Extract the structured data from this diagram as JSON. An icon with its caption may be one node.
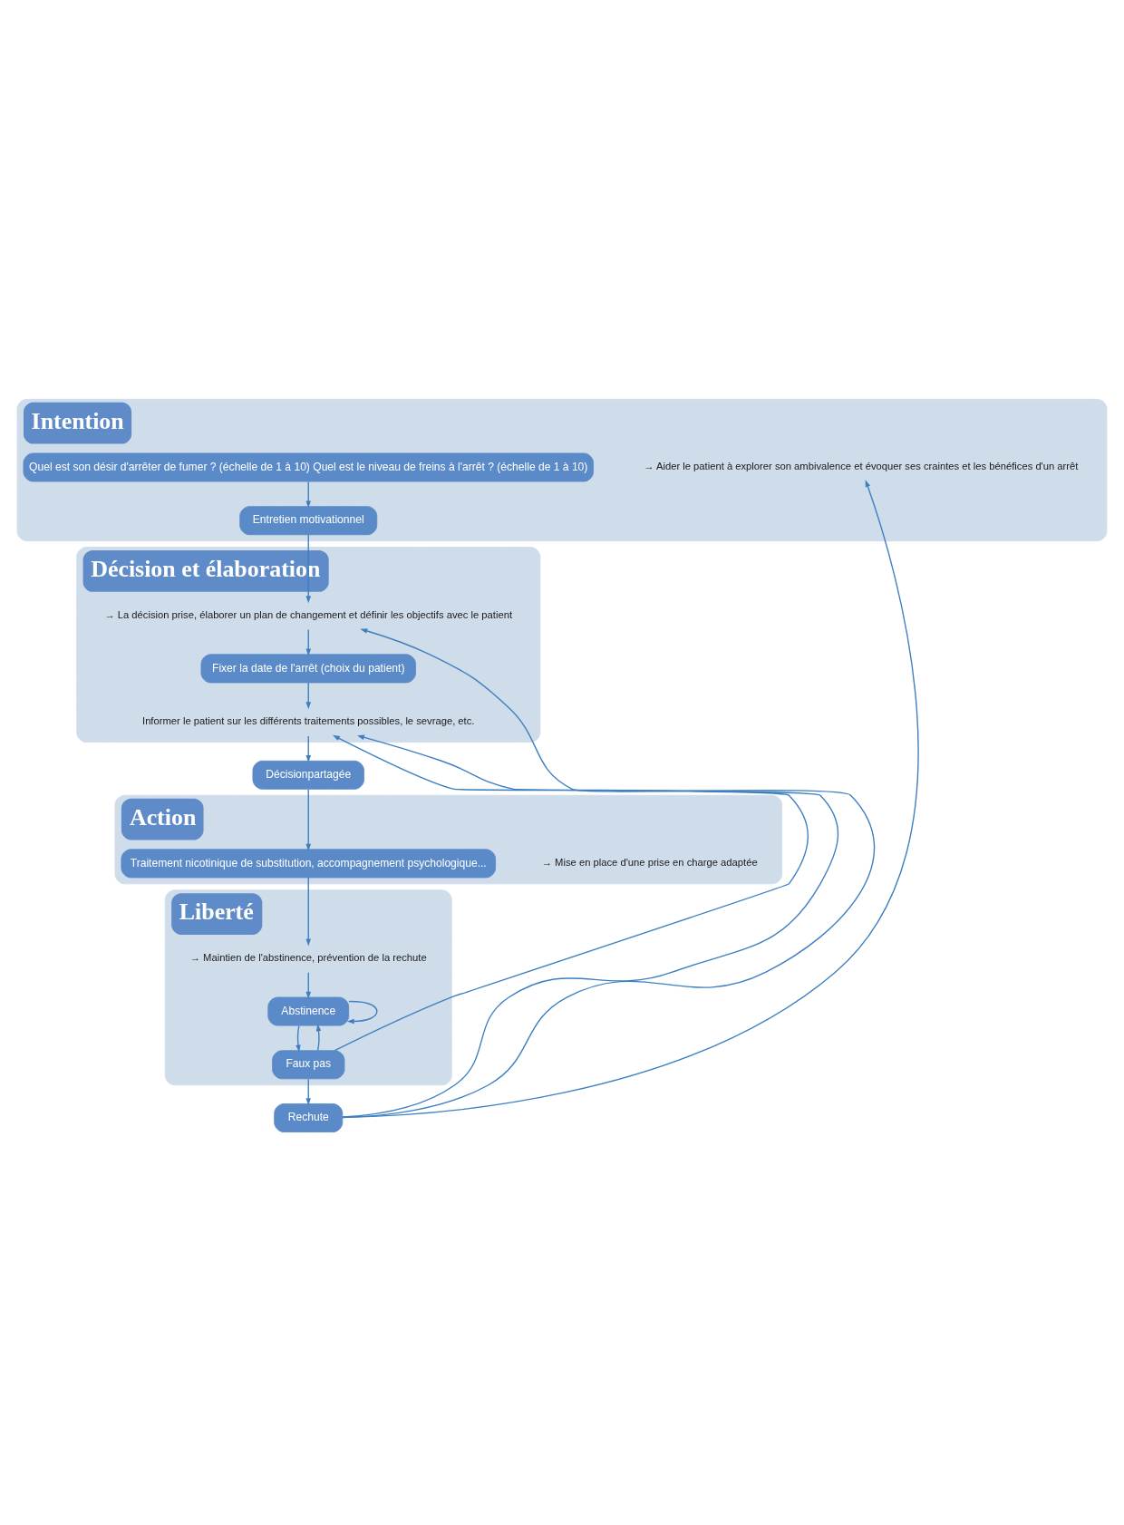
{
  "diagram": {
    "nodes": [
      {
        "text": [
          "Intention"
        ]
      },
      {
        "text": [
          "→ Aider le patient à explorer son ambivalence et évoquer ses craintes et les bénéfices d'un arrêt"
        ],
        "in": 0
      },
      {
        "text": [
          "Quel est son désir d'arrêter de fumer ? (échelle de 1 à 10) Quel est le niveau de freins à l'arrêt ? (échelle de 1 à 10)"
        ],
        "in": 0
      },
      {
        "text": [
          "Entretien motivationnel"
        ],
        "in": 0
      },
      {
        "text": [
          "Décision et élaboration"
        ]
      },
      {
        "text": [
          "→ La décision prise, élaborer un plan de changement et définir les objectifs avec le patient"
        ],
        "in": 4
      },
      {
        "text": [
          "Fixer la date de l'arrêt (choix du patient)"
        ],
        "in": 4
      },
      {
        "text": [
          "Informer le patient sur les différents traitements possibles, le sevrage, etc."
        ],
        "in": 4
      },
      {
        "text": [
          "Décisionpartagée"
        ]
      },
      {
        "text": [
          "Action"
        ]
      },
      {
        "text": [
          "→ Mise en place d'une prise en charge adaptée"
        ],
        "in": 9
      },
      {
        "text": [
          "Traitement nicotinique de substitution, accompagnement psychologique..."
        ],
        "in": 9
      },
      {
        "text": [
          "Liberté"
        ]
      },
      {
        "text": [
          "→ Maintien de l'abstinence, prévention de la rechute"
        ],
        "in": 12
      },
      {
        "text": [
          "Abstinence"
        ],
        "in": 12
      },
      {
        "text": [
          "Faux pas"
        ],
        "in": 12
      },
      {
        "text": [
          "Rechute"
        ]
      }
    ],
    "edges": [
      {
        "from": 2,
        "to": 3,
        "arrow": "to"
      },
      {
        "from": 3,
        "to": 5,
        "arrow": "to"
      },
      {
        "from": 5,
        "to": 6,
        "arrow": "to"
      },
      {
        "from": 6,
        "to": 7,
        "arrow": "to"
      },
      {
        "from": 7,
        "to": 8,
        "arrow": "to"
      },
      {
        "from": 8,
        "to": 11,
        "arrow": "to"
      },
      {
        "from": 11,
        "to": 13,
        "arrow": "to"
      },
      {
        "from": 13,
        "to": 14,
        "arrow": "to"
      },
      {
        "from": 14,
        "to": 14,
        "arrow": "to"
      },
      {
        "from": 14,
        "to": 15,
        "arrow": "to"
      },
      {
        "from": 15,
        "to": 14,
        "arrow": "to"
      },
      {
        "from": 15,
        "to": 16,
        "arrow": "to"
      },
      {
        "from": 15,
        "to": 7,
        "arrow": "to"
      },
      {
        "from": 16,
        "to": 1,
        "arrow": "to"
      },
      {
        "from": 16,
        "to": 5,
        "arrow": "to"
      },
      {
        "from": 16,
        "to": 7,
        "arrow": "to"
      }
    ]
  }
}
